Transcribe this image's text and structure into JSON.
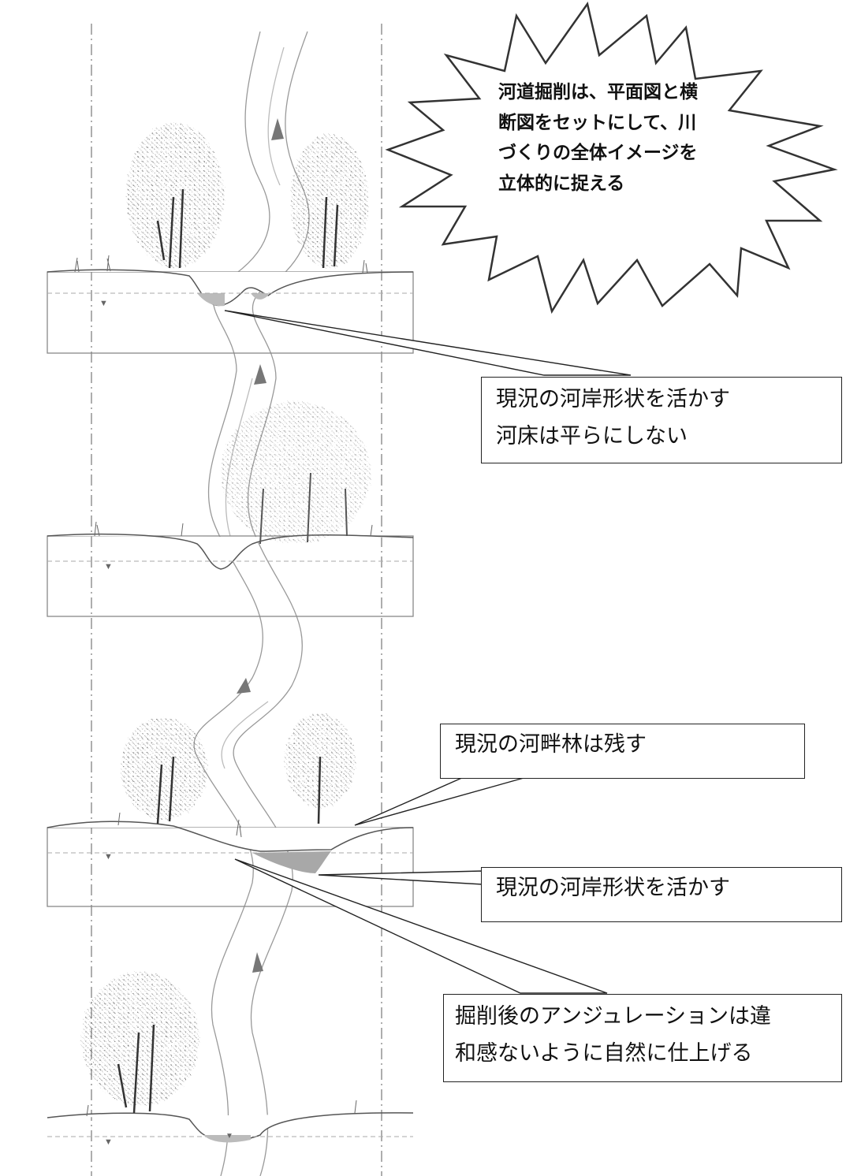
{
  "burst": {
    "line1": "河道掘削は、平面図と横",
    "line2": "断図をセットにして、川",
    "line3": "づくりの全体イメージを",
    "line4": "立体的に捉える"
  },
  "callouts": {
    "bank_shape_top": {
      "line1": "現況の河岸形状を活かす",
      "line2": "河床は平らにしない"
    },
    "riparian_forest": {
      "line1": "現況の河畔林は残す"
    },
    "bank_shape_mid": {
      "line1": "現況の河岸形状を活かす"
    },
    "undulation": {
      "line1": "掘削後のアンジュレーションは違",
      "line2": "和感ないように自然に仕上げる"
    }
  }
}
